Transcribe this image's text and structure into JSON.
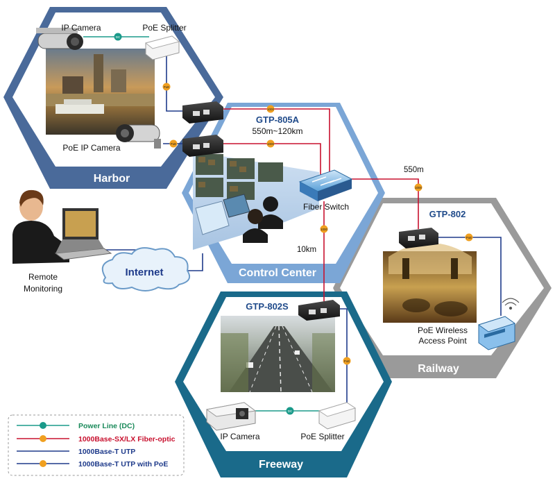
{
  "zones": {
    "harbor": "Harbor",
    "control_center": "Control Center",
    "railway": "Railway",
    "freeway": "Freeway"
  },
  "devices": {
    "harbor_ip_camera": "IP Camera",
    "harbor_poe_splitter": "PoE Splitter",
    "harbor_poe_ip_camera": "PoE IP Camera",
    "gtp_805a": "GTP-805A",
    "gtp_805a_range": "550m~120km",
    "fiber_switch": "Fiber Switch",
    "gtp_802": "GTP-802",
    "gtp_802s": "GTP-802S",
    "poe_wireless_ap_line1": "PoE Wireless",
    "poe_wireless_ap_line2": "Access Point",
    "freeway_ip_camera": "IP Camera",
    "freeway_poe_splitter": "PoE Splitter",
    "internet": "Internet",
    "remote_line1": "Remote",
    "remote_line2": "Monitoring"
  },
  "distances": {
    "to_railway": "550m",
    "to_freeway": "10km"
  },
  "badges": {
    "dc": "DC",
    "fiber": "1000",
    "poe": "PoE"
  },
  "legend": {
    "power_line": "Power Line (DC)",
    "fiber": "1000Base-SX/LX Fiber-optic",
    "utp": "1000Base-T UTP",
    "utp_poe": "1000Base-T UTP with PoE"
  },
  "colors": {
    "power_line": "#1a9a8a",
    "fiber": "#c8102e",
    "utp": "#1e3a8a",
    "utp_poe": "#1e3a8a",
    "harbor_hex": "#4a6a9a",
    "control_hex": "#5b8fcf",
    "railway_hex": "#9a9a9a",
    "freeway_hex": "#1a6a8a",
    "badge_orange": "#f0a020",
    "model_text": "#1f4a8a",
    "legend_fiber_text": "#c8102e",
    "legend_blue_text": "#1e3a8a",
    "legend_green_text": "#1a8a5a"
  }
}
